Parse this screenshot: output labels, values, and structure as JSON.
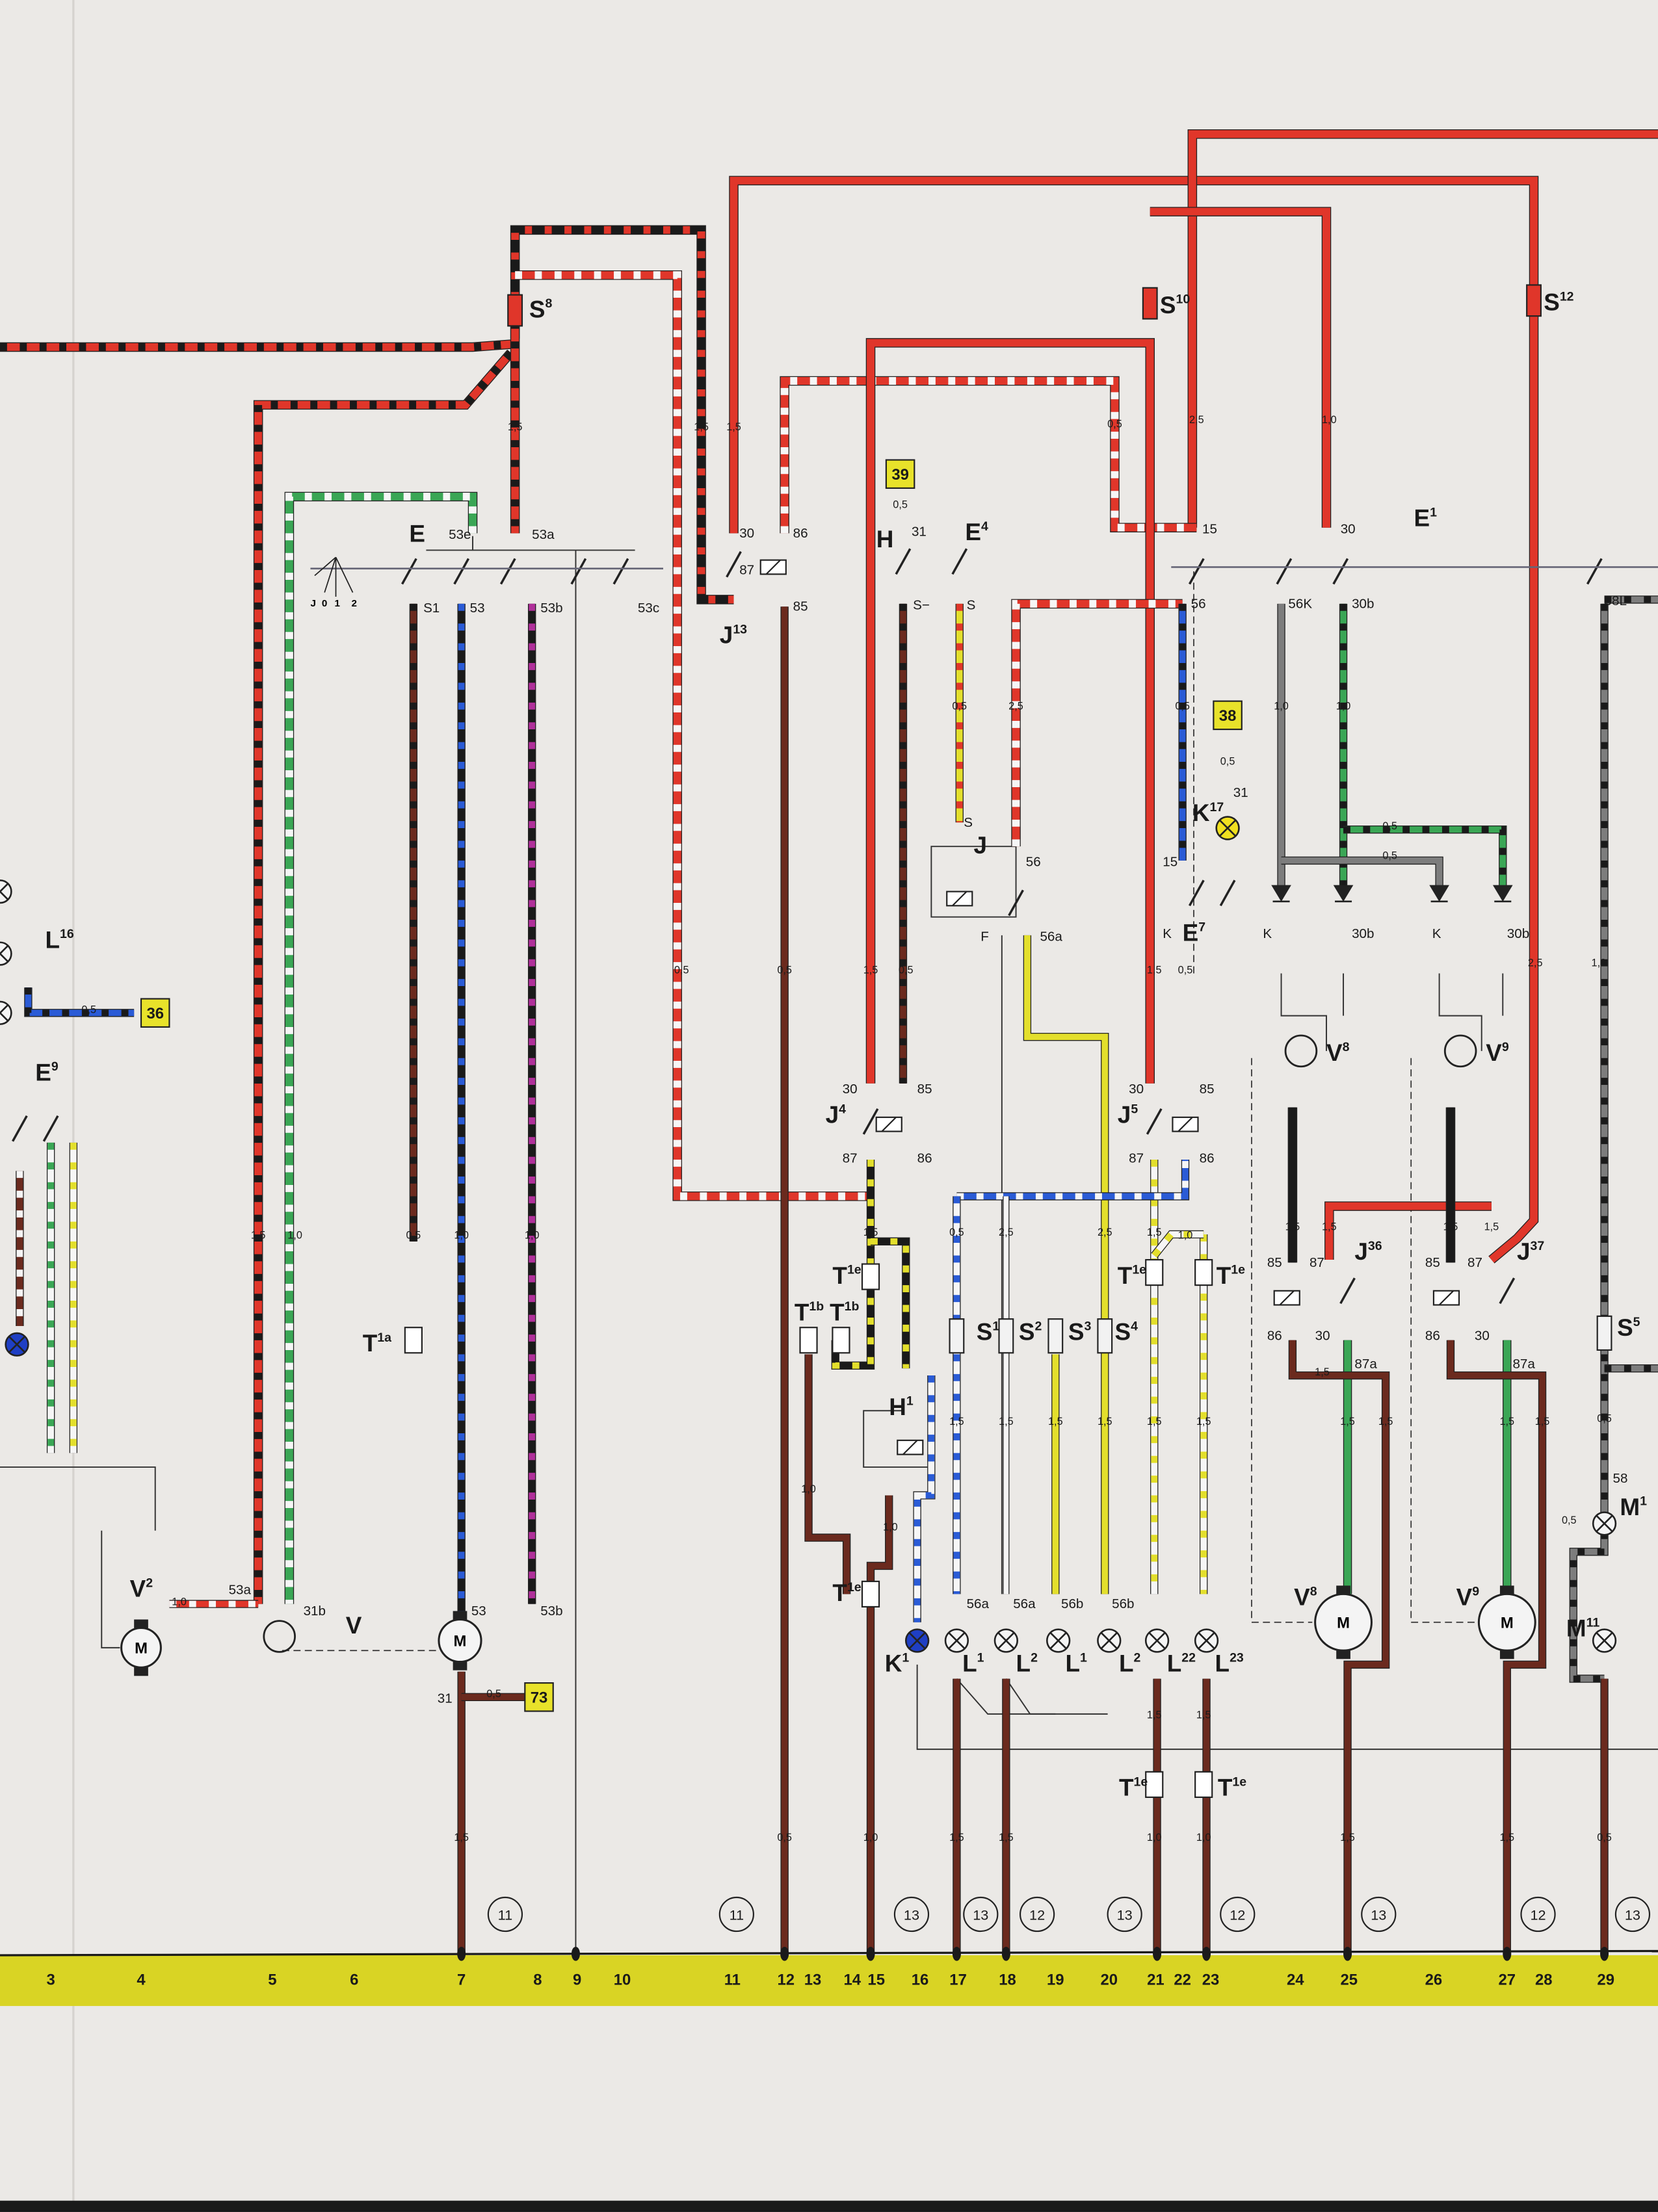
{
  "colors": {
    "background": "#ebe9e6",
    "bus_band": "#d9d424",
    "red": "#e0362a",
    "black": "#1a1a1a",
    "white": "#f6f6f6",
    "green": "#3aa655",
    "brown": "#6b2a1e",
    "blue": "#2a5bd6",
    "yellow": "#e3df2c",
    "grey": "#7d7d7d",
    "violet": "#b0309a",
    "indicator_lamp_blue": "#1f3fc4",
    "indicator_lamp_yellow": "#f0e020"
  },
  "motor_glyph": "M",
  "switch_positions": [
    "J",
    "0",
    "1",
    "2"
  ],
  "components": [
    {
      "base": "S",
      "sup": "8"
    },
    {
      "base": "S",
      "sup": "10"
    },
    {
      "base": "S",
      "sup": "12"
    },
    {
      "base": "E",
      "sup": ""
    },
    {
      "base": "J",
      "sup": "13"
    },
    {
      "base": "H",
      "sup": ""
    },
    {
      "base": "E",
      "sup": "4"
    },
    {
      "base": "J",
      "sup": ""
    },
    {
      "base": "K",
      "sup": "17"
    },
    {
      "base": "E",
      "sup": "7"
    },
    {
      "base": "E",
      "sup": "1"
    },
    {
      "base": "J",
      "sup": "4"
    },
    {
      "base": "J",
      "sup": "5"
    },
    {
      "base": "V",
      "sup": "8"
    },
    {
      "base": "V",
      "sup": "9"
    },
    {
      "base": "T",
      "sup": "1e"
    },
    {
      "base": "T",
      "sup": "1b"
    },
    {
      "base": "T",
      "sup": "1b"
    },
    {
      "base": "H",
      "sup": "1"
    },
    {
      "base": "T",
      "sup": "1e"
    },
    {
      "base": "S",
      "sup": "1"
    },
    {
      "base": "S",
      "sup": "2"
    },
    {
      "base": "S",
      "sup": "3"
    },
    {
      "base": "S",
      "sup": "4"
    },
    {
      "base": "T",
      "sup": "1e"
    },
    {
      "base": "T",
      "sup": "1e"
    },
    {
      "base": "J",
      "sup": "36"
    },
    {
      "base": "J",
      "sup": "37"
    },
    {
      "base": "S",
      "sup": "5"
    },
    {
      "base": "M",
      "sup": "1"
    },
    {
      "base": "M",
      "sup": "11"
    },
    {
      "base": "V",
      "sup": "8"
    },
    {
      "base": "V",
      "sup": "9"
    },
    {
      "base": "K",
      "sup": "1"
    },
    {
      "base": "L",
      "sup": "1"
    },
    {
      "base": "L",
      "sup": "2"
    },
    {
      "base": "L",
      "sup": "1"
    },
    {
      "base": "L",
      "sup": "2"
    },
    {
      "base": "L",
      "sup": "22"
    },
    {
      "base": "L",
      "sup": "23"
    },
    {
      "base": "T",
      "sup": "1e"
    },
    {
      "base": "T",
      "sup": "1e"
    },
    {
      "base": "V",
      "sup": ""
    },
    {
      "base": "V",
      "sup": "2"
    },
    {
      "base": "T",
      "sup": "1a"
    },
    {
      "base": "L",
      "sup": "16"
    },
    {
      "base": "E",
      "sup": "9"
    }
  ],
  "terminals": [
    "53e",
    "53a",
    "S1",
    "53",
    "53b",
    "53c",
    "30",
    "86",
    "87",
    "85",
    "31",
    "S−",
    "S",
    "S",
    "56",
    "F",
    "56a",
    "15",
    "30",
    "56",
    "56K",
    "30b",
    "58L",
    "15",
    "K",
    "K",
    "30b",
    "K",
    "30b",
    "30",
    "85",
    "87",
    "86",
    "30",
    "85",
    "87",
    "86",
    "85",
    "87",
    "86",
    "30",
    "87a",
    "85",
    "87",
    "86",
    "30",
    "87a",
    "56a",
    "56a",
    "56b",
    "56b",
    "53a",
    "31b",
    "53",
    "53b",
    "31",
    "58",
    "31"
  ],
  "wire_gauges": [
    "1,5",
    "1,5",
    "1,5",
    "0,5",
    "2,5",
    "1,0",
    "0,5",
    "0,5",
    "0,5",
    "2,5",
    "0,5",
    "1,0",
    "1,0",
    "0,5",
    "0,5",
    "0,5",
    "0,5",
    "1,5",
    "0,5",
    "1,5",
    "0,5",
    "2,5",
    "1,0",
    "1,5",
    "1,0",
    "0,5",
    "1,0",
    "1,0",
    "1,5",
    "0,5",
    "2,5",
    "2,5",
    "1,5",
    "1,0",
    "1,5",
    "1,5",
    "1,5",
    "1,5",
    "1,0",
    "1,0",
    "1,5",
    "1,5",
    "1,5",
    "1,5",
    "1,5",
    "1,5",
    "1,5",
    "1,5",
    "1,5",
    "1,5",
    "1,5",
    "0,5",
    "0,5",
    "1,5",
    "0,5",
    "1,0",
    "1,5",
    "1,5",
    "1,5",
    "1,5",
    "1,0",
    "1,0",
    "1,5",
    "1,5",
    "0,5",
    "0,5",
    "1,0",
    "0,5"
  ],
  "reference_boxes": [
    "39",
    "38",
    "36",
    "73"
  ],
  "circled_refs": [
    "11",
    "11",
    "13",
    "13",
    "12",
    "13",
    "12",
    "13",
    "12",
    "13"
  ],
  "bus_numbers": [
    "3",
    "4",
    "5",
    "6",
    "7",
    "8",
    "9",
    "10",
    "11",
    "12",
    "13",
    "14",
    "15",
    "16",
    "17",
    "18",
    "19",
    "20",
    "21",
    "22",
    "23",
    "24",
    "25",
    "26",
    "27",
    "28",
    "29"
  ]
}
